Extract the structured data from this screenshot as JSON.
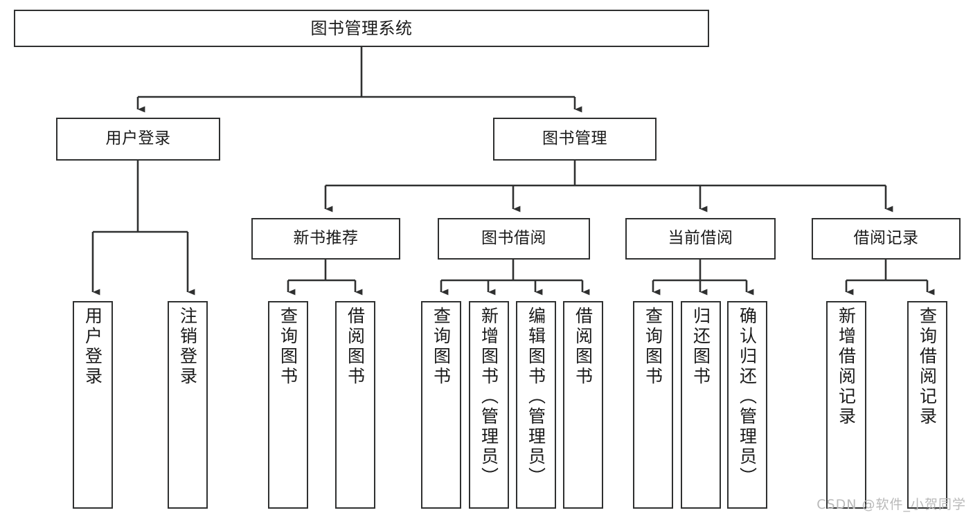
{
  "diagram": {
    "title": "图书管理系统",
    "type": "tree",
    "watermark": "CSDN @软件_小贺同学",
    "colors": {
      "box_border": "#2f3030",
      "box_fill": "#ffffff",
      "line": "#2f3030",
      "text": "#1a1a1a",
      "watermark": "#b9b9b9",
      "background": "#ffffff"
    },
    "levels": {
      "root": "图书管理系统",
      "level2": [
        "用户登录",
        "图书管理"
      ],
      "level3": [
        "新书推荐",
        "图书借阅",
        "当前借阅",
        "借阅记录"
      ]
    },
    "nodes": {
      "root": {
        "label": "图书管理系统"
      },
      "user_login": {
        "label": "用户登录"
      },
      "book_manage": {
        "label": "图书管理"
      },
      "new_book_rec": {
        "label": "新书推荐"
      },
      "book_borrow": {
        "label": "图书借阅"
      },
      "current_borrow": {
        "label": "当前借阅"
      },
      "borrow_record": {
        "label": "借阅记录"
      },
      "leaf_user_login": {
        "label": "用户登录"
      },
      "leaf_user_logout": {
        "label": "注销登录"
      },
      "leaf_query_book_1": {
        "label": "查询图书"
      },
      "leaf_borrow_book_1": {
        "label": "借阅图书"
      },
      "leaf_query_book_2": {
        "label": "查询图书"
      },
      "leaf_add_book": {
        "label": "新增图书（管理员）"
      },
      "leaf_edit_book": {
        "label": "编辑图书（管理员）"
      },
      "leaf_borrow_book_2": {
        "label": "借阅图书"
      },
      "leaf_query_book_3": {
        "label": "查询图书"
      },
      "leaf_return_book": {
        "label": "归还图书"
      },
      "leaf_confirm_return": {
        "label": "确认归还（管理员）"
      },
      "leaf_add_record": {
        "label": "新增借阅记录"
      },
      "leaf_query_record": {
        "label": "查询借阅记录"
      }
    },
    "tree": [
      {
        "label": "图书管理系统",
        "children": [
          {
            "label": "用户登录",
            "children": [
              {
                "label": "用户登录"
              },
              {
                "label": "注销登录"
              }
            ]
          },
          {
            "label": "图书管理",
            "children": [
              {
                "label": "新书推荐",
                "children": [
                  {
                    "label": "查询图书"
                  },
                  {
                    "label": "借阅图书"
                  }
                ]
              },
              {
                "label": "图书借阅",
                "children": [
                  {
                    "label": "查询图书"
                  },
                  {
                    "label": "新增图书（管理员）"
                  },
                  {
                    "label": "编辑图书（管理员）"
                  },
                  {
                    "label": "借阅图书"
                  }
                ]
              },
              {
                "label": "当前借阅",
                "children": [
                  {
                    "label": "查询图书"
                  },
                  {
                    "label": "归还图书"
                  },
                  {
                    "label": "确认归还（管理员）"
                  }
                ]
              },
              {
                "label": "借阅记录",
                "children": [
                  {
                    "label": "新增借阅记录"
                  },
                  {
                    "label": "查询借阅记录"
                  }
                ]
              }
            ]
          }
        ]
      }
    ]
  }
}
